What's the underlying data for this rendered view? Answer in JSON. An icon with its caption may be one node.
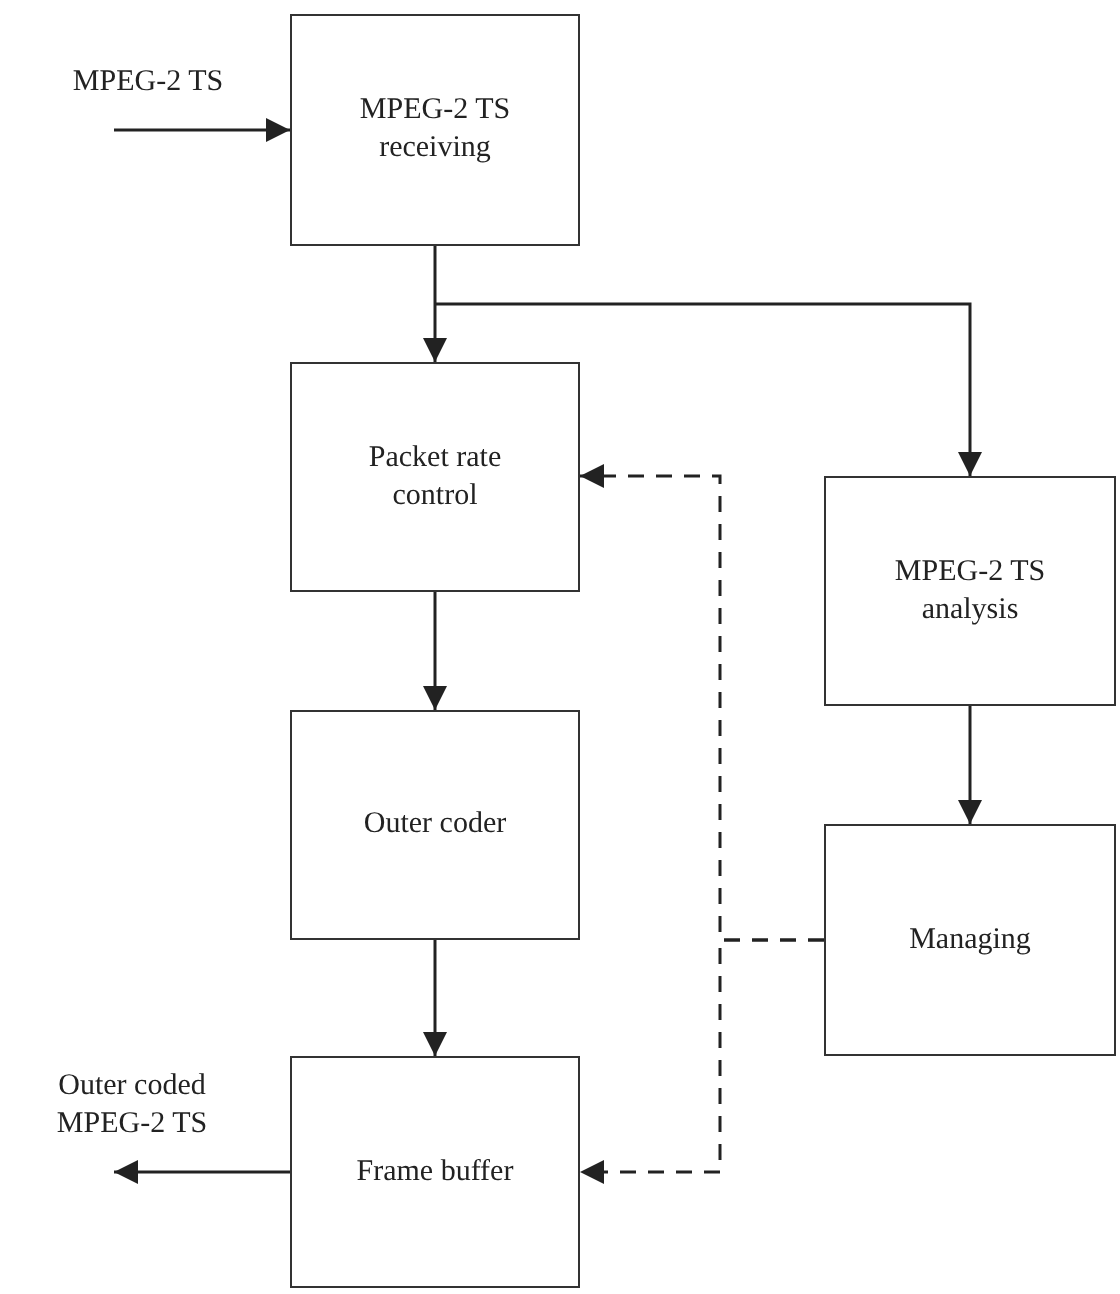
{
  "diagram": {
    "nodes": [
      {
        "text": [
          "MPEG-2 TS"
        ]
      },
      {
        "text": [
          "MPEG-2 TS receiving"
        ]
      },
      {
        "text": [
          "Packet rate control"
        ]
      },
      {
        "text": [
          "MPEG-2 TS analysis"
        ]
      },
      {
        "text": [
          "Outer coder"
        ]
      },
      {
        "text": [
          "Managing"
        ]
      },
      {
        "text": [
          "Frame buffer"
        ]
      },
      {
        "text": [
          "Outer coded MPEG-2 TS"
        ]
      }
    ],
    "edges": [
      {
        "from": 0,
        "to": 1,
        "arrow": "to"
      },
      {
        "from": 1,
        "to": 2,
        "arrow": "to"
      },
      {
        "from": 1,
        "to": 3,
        "arrow": "to"
      },
      {
        "from": 2,
        "to": 4,
        "arrow": "to"
      },
      {
        "from": 3,
        "to": 5,
        "arrow": "to"
      },
      {
        "from": 4,
        "to": 6,
        "arrow": "to"
      },
      {
        "from": 5,
        "to": 2,
        "arrow": "to",
        "style": "dashed"
      },
      {
        "from": 5,
        "to": 6,
        "arrow": "to",
        "style": "dashed"
      },
      {
        "from": 6,
        "to": 7,
        "arrow": "to"
      }
    ]
  }
}
